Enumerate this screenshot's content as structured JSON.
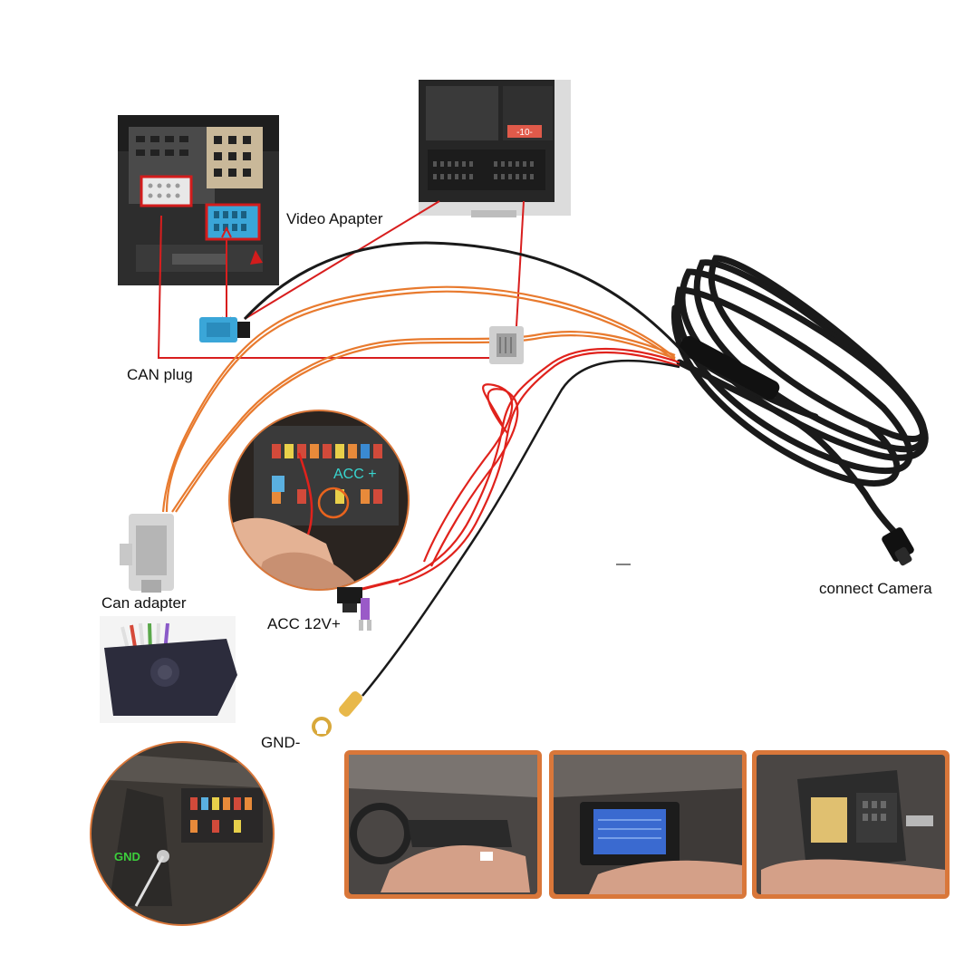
{
  "labels": {
    "video_adapter": "Video Apapter",
    "can_plug": "CAN plug",
    "can_adapter": "Can adapter",
    "acc_12v": "ACC 12V+",
    "gnd": "GND-",
    "connect_camera": "connect Camera",
    "dash": "—"
  },
  "photo_overlays": {
    "fuse_value": "-10-",
    "acc_plus": "ACC +",
    "gnd_green": "GND"
  },
  "colors": {
    "wire_orange": "#e87a2e",
    "wire_red": "#e0221c",
    "wire_black": "#1a1a1a",
    "pointer_red": "#d81e1e",
    "photo_frame_orange": "#d9773a",
    "acc_text": "#38d6d0",
    "gnd_text": "#3ccf3c",
    "connector_blue": "#3aa6d8",
    "connector_grey": "#cfcfcf"
  },
  "icons": [
    "iso-connector-photo",
    "quadlock-connector-photo",
    "fuse-box-photo",
    "fuse-tap-icon",
    "ring-terminal-icon",
    "coiled-camera-cable",
    "installation-photos"
  ]
}
